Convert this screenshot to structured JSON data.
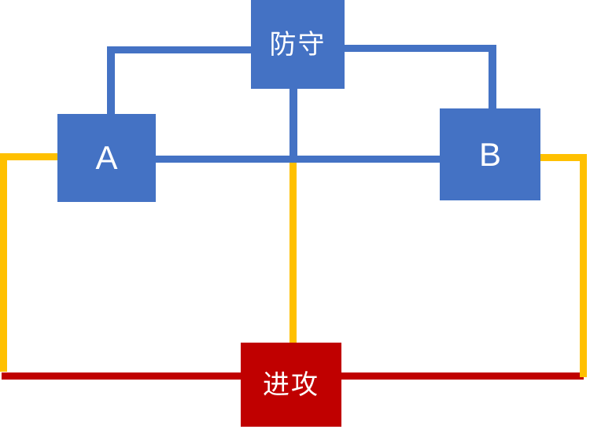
{
  "diagram": {
    "nodes": [
      {
        "id": "defense",
        "label": "防守",
        "style": "blue"
      },
      {
        "id": "a",
        "label": "A",
        "style": "blue"
      },
      {
        "id": "b",
        "label": "B",
        "style": "blue"
      },
      {
        "id": "attack",
        "label": "进攻",
        "style": "red"
      }
    ],
    "connectors": [
      {
        "id": "defense-to-a",
        "from": "防守",
        "to": "A",
        "color_key": "connector_blue",
        "shape": "elbow"
      },
      {
        "id": "defense-to-b",
        "from": "防守",
        "to": "B",
        "color_key": "connector_blue",
        "shape": "elbow"
      },
      {
        "id": "defense-to-center",
        "from": "防守",
        "to": "center-junction",
        "color_key": "connector_blue",
        "shape": "straight"
      },
      {
        "id": "a-to-b-crossbar",
        "from": "A",
        "to": "B",
        "color_key": "connector_blue",
        "shape": "straight"
      },
      {
        "id": "attack-left-loop",
        "from": "进攻",
        "to": "A",
        "color_key": "line_yellow",
        "shape": "elbow-loop-left"
      },
      {
        "id": "attack-right-loop",
        "from": "进攻",
        "to": "B",
        "color_key": "line_yellow",
        "shape": "elbow-loop-right"
      },
      {
        "id": "attack-to-center",
        "from": "进攻",
        "to": "center-junction",
        "color_key": "line_yellow",
        "shape": "straight"
      },
      {
        "id": "attack-baseline",
        "from": "left-edge",
        "to": "right-edge",
        "color_key": "line_dark_red",
        "shape": "straight"
      }
    ]
  },
  "colors": {
    "background": "#ffffff",
    "node_blue": "#4472C4",
    "connector_blue": "#4472C4",
    "line_yellow": "#FFC000",
    "node_red": "#C00000",
    "line_dark_red": "#C00000",
    "text": "#FFFFFF"
  }
}
